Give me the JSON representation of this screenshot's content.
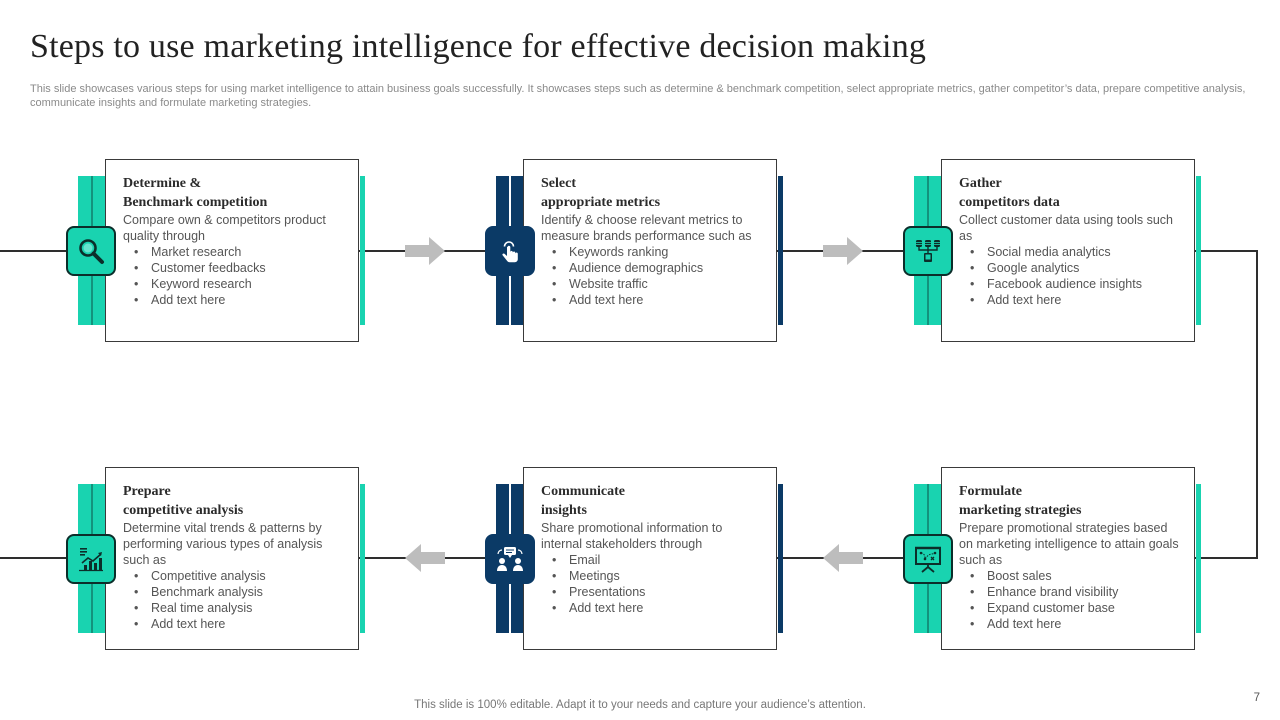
{
  "title": "Steps to use marketing intelligence for effective decision making",
  "subtitle": "This slide showcases various steps for using market intelligence to attain business goals successfully. It showcases steps such as determine & benchmark competition, select appropriate metrics, gather competitor’s data, prepare competitive analysis, communicate insights and formulate marketing strategies.",
  "colors": {
    "teal": "#19d3b0",
    "navy": "#0b3a66",
    "arrow": "#bdbdbd",
    "wire": "#2e2e2e"
  },
  "steps": [
    {
      "title_line1": "Determine &",
      "title_line2": "Benchmark competition",
      "description": "Compare own & competitors product quality through",
      "bullets": [
        "Market research",
        "Customer feedbacks",
        "Keyword research",
        "Add text here"
      ],
      "icon": "magnifier-icon",
      "accent": "teal"
    },
    {
      "title_line1": "Select",
      "title_line2": "appropriate metrics",
      "description": "Identify & choose relevant  metrics to measure brands performance  such as",
      "bullets": [
        "Keywords ranking",
        "Audience demographics",
        "Website traffic",
        "Add text here"
      ],
      "icon": "touch-hand-icon",
      "accent": "navy"
    },
    {
      "title_line1": "Gather",
      "title_line2": "competitors data",
      "description": "Collect customer data using tools such as",
      "bullets": [
        "Social media analytics",
        "Google analytics",
        "Facebook audience insights",
        "Add text here"
      ],
      "icon": "database-network-icon",
      "accent": "teal"
    },
    {
      "title_line1": "Prepare",
      "title_line2": "competitive analysis",
      "description": "Determine vital trends & patterns by performing various  types of analysis such as",
      "bullets": [
        "Competitive  analysis",
        "Benchmark analysis",
        "Real time analysis",
        "Add text here"
      ],
      "icon": "analytics-chart-icon",
      "accent": "teal"
    },
    {
      "title_line1": "Communicate",
      "title_line2": "insights",
      "description": "Share promotional information to internal stakeholders through",
      "bullets": [
        "Email",
        "Meetings",
        "Presentations",
        "Add text here"
      ],
      "icon": "people-chat-icon",
      "accent": "navy"
    },
    {
      "title_line1": "Formulate",
      "title_line2": "marketing strategies",
      "description": "Prepare promotional strategies based on marketing intelligence to attain goals such as",
      "bullets": [
        "Boost sales",
        "Enhance brand visibility",
        "Expand customer base",
        "Add text here"
      ],
      "icon": "strategy-board-icon",
      "accent": "teal"
    }
  ],
  "footer": "This slide is 100% editable. Adapt it to your needs and capture your audience’s attention.",
  "page_number": "7"
}
